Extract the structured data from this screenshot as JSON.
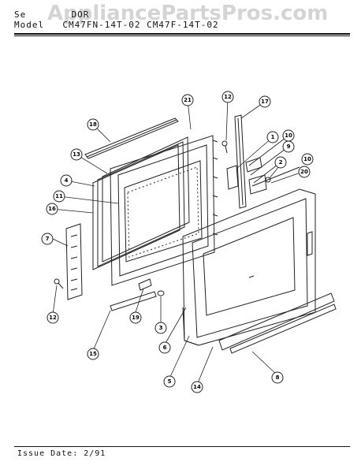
{
  "watermark": "AppliancePartsPros.com",
  "header": {
    "section_label": "Se",
    "section_tail": "DOR",
    "model_label": "Model",
    "model_values": "CM47FN-14T-02  CM47F-14T-02"
  },
  "footer": {
    "issue": "Issue Date: 2/91"
  },
  "callouts": [
    "21",
    "12",
    "17",
    "18",
    "1",
    "10",
    "9",
    "13",
    "2",
    "10",
    "20",
    "4",
    "11",
    "16",
    "7",
    "12",
    "19",
    "3",
    "15",
    "6",
    "5",
    "14",
    "8"
  ]
}
